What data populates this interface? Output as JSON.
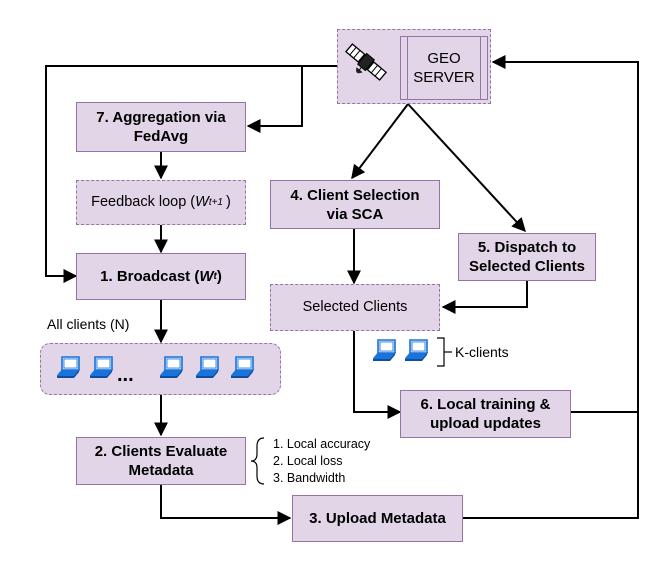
{
  "server": {
    "label_line1": "GEO",
    "label_line2": "SERVER"
  },
  "steps": {
    "aggregation": {
      "line1": "7. Aggregation via",
      "line2": "FedAvg"
    },
    "feedback": {
      "text": "Feedback loop (",
      "sym": "W",
      "sub": "t+1",
      "close": ")"
    },
    "broadcast": {
      "text": "1. Broadcast (",
      "sym": "W",
      "sub": "t",
      "close": ")"
    },
    "client_selection": {
      "line1": "4. Client Selection",
      "line2": "via SCA"
    },
    "dispatch": {
      "line1": "5. Dispatch to",
      "line2": "Selected Clients"
    },
    "selected_clients": {
      "text": "Selected Clients"
    },
    "local_training": {
      "line1": "6. Local training &",
      "line2": "upload updates"
    },
    "evaluate": {
      "line1": "2. Clients Evaluate",
      "line2": "Metadata"
    },
    "upload_metadata": {
      "text": "3. Upload Metadata"
    }
  },
  "labels": {
    "all_clients": "All clients (N)",
    "ellipsis": "...",
    "k_clients": "K-clients",
    "metrics": [
      "1. Local accuracy",
      "2. Local loss",
      "3. Bandwidth"
    ]
  },
  "icons": {
    "server": "satellite-icon",
    "client": "laptop-icon"
  },
  "colors": {
    "box_fill": "#e1d5e7",
    "box_border": "#9673a6",
    "laptop": "#1a73d9"
  }
}
